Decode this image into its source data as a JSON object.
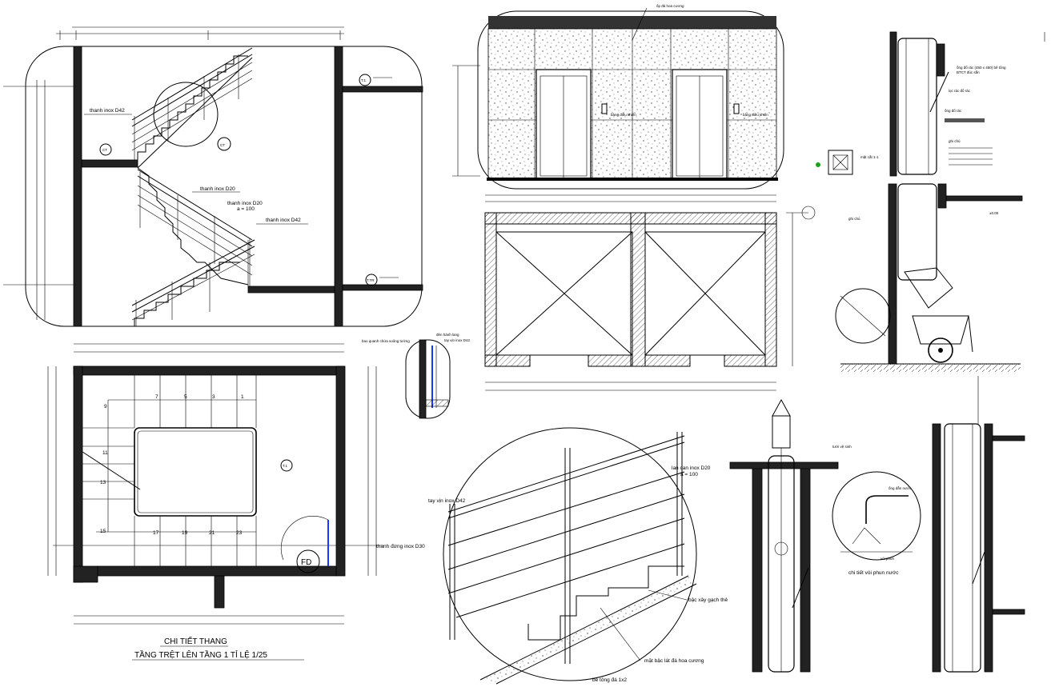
{
  "colors": {
    "ink": "#000000",
    "paper": "#ffffff",
    "accent_blue": "#1a39ff"
  },
  "stair_section": {
    "handrail_d42_left": "thanh inox D42",
    "bar_d20": "thanh inox D20",
    "bar_d20_spacing_1": "thanh inox D20",
    "bar_d20_spacing_2": "a = 100",
    "handrail_d42_right": "thanh inox D42",
    "tag_t1": "T.1",
    "tag_tr": "T.TR",
    "tag_ct": "CT",
    "tag_detail": "CT"
  },
  "stair_plan": {
    "step_numbers_top": [
      "7",
      "5",
      "3",
      "1"
    ],
    "step_9": "9",
    "step_11": "11",
    "step_13": "13",
    "step_15": "15",
    "step_numbers_bottom": [
      "17",
      "19",
      "21",
      "23"
    ],
    "tag_t1": "T.1",
    "fd_mark": "FD",
    "standing_bar": "thanh đứng inox D30",
    "title": "CHI TIẾT THANG",
    "subtitle": "TẦNG TRỆT LÊN TẦNG 1  TỈ LỆ 1/25"
  },
  "small_detail": {
    "label_1": "bao quanh chừa vuông tường",
    "label_2": "tay vịn inox D42",
    "label_3": "đèn hành lang"
  },
  "elevator_elevation": {
    "top_label": "ốp đá hoa cương",
    "door_left_label": "bảng điều khiển",
    "door_right_label": "bảng điều khiển"
  },
  "railing_detail": {
    "handrail": "tay vịn inox D42",
    "spindles_1": "lan can inox D20",
    "spindles_2": "a = 100",
    "standing_bar": "thanh đứng inox D30",
    "tread": "bậc xây gạch thẻ",
    "stone_finish": "mặt bậc lát đá hoa cương",
    "concrete": "bê tông đá 1x2"
  },
  "trash_chute": {
    "label_top_1": "ống đổ rác (450 x 450) bê tông",
    "label_top_2": "BTCT đúc sẵn",
    "label_valve": "lọc rác đổ rác",
    "label_side": "ống đổ rác",
    "sprinkler_label": "tưới vệ sinh",
    "sprinkler_note": "chi tiết vòi phun nước",
    "nozzle_1": "ống dẫn nước",
    "nozzle_2": "vòi phun",
    "plan_label": "mặt cắt 1-1",
    "notes_head": "ghi chú",
    "ground_mark": "±0.00"
  }
}
